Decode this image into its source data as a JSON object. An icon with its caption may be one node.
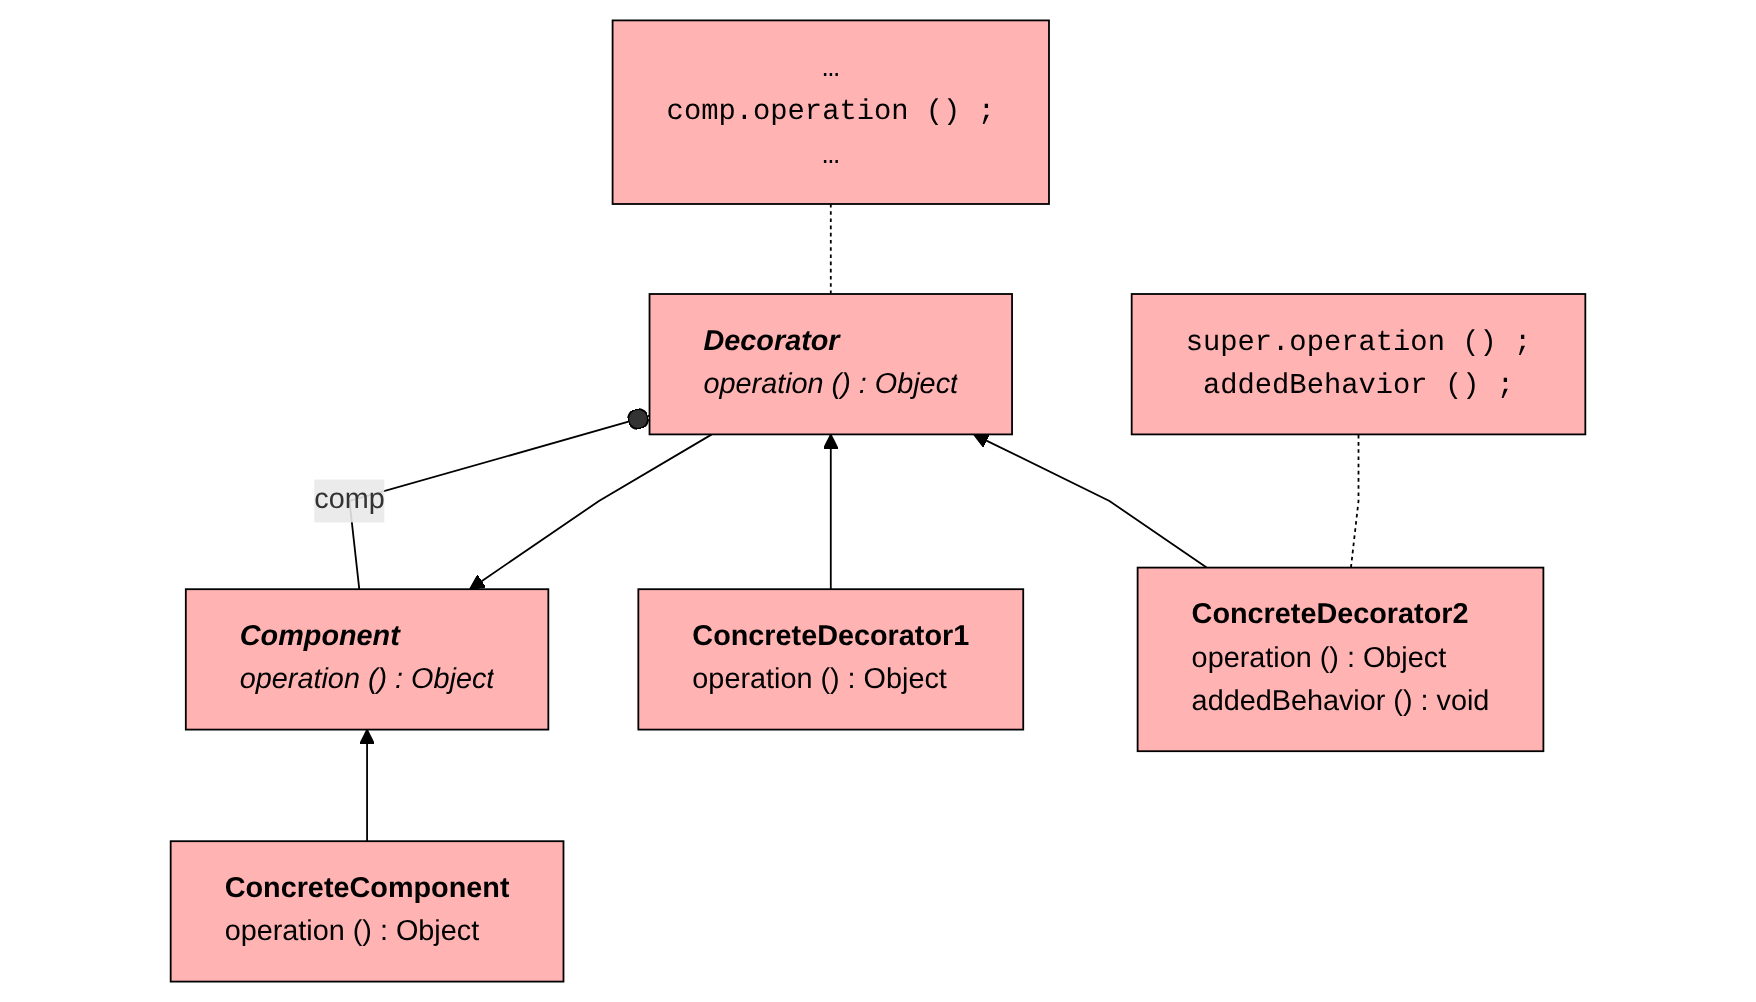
{
  "diagram": {
    "nodes": [
      {
        "text": [
          "Component",
          "operation () : Object"
        ]
      },
      {
        "text": [
          "ConcreteComponent",
          "operation () : Object"
        ]
      },
      {
        "text": [
          "Decorator",
          "operation () : Object"
        ]
      },
      {
        "text": [
          "…",
          "comp.operation () ;",
          "…"
        ]
      },
      {
        "text": [
          "ConcreteDecorator1",
          "operation () : Object"
        ]
      },
      {
        "text": [
          "ConcreteDecorator2",
          "operation () : Object",
          "addedBehavior () : void"
        ]
      },
      {
        "text": [
          "super.operation () ;",
          "addedBehavior () ;"
        ]
      }
    ],
    "edges": [
      {
        "from": 1,
        "to": 0,
        "arrow": "to"
      },
      {
        "from": 2,
        "to": 0,
        "arrow": "to"
      },
      {
        "from": 0,
        "to": 2,
        "arrow": "other",
        "label": "comp"
      },
      {
        "from": 2,
        "to": 3,
        "arrow": "none",
        "style": "dashed"
      },
      {
        "from": 4,
        "to": 2,
        "arrow": "to"
      },
      {
        "from": 5,
        "to": 2,
        "arrow": "to"
      },
      {
        "from": 5,
        "to": 6,
        "arrow": "none",
        "style": "dashed"
      }
    ]
  }
}
